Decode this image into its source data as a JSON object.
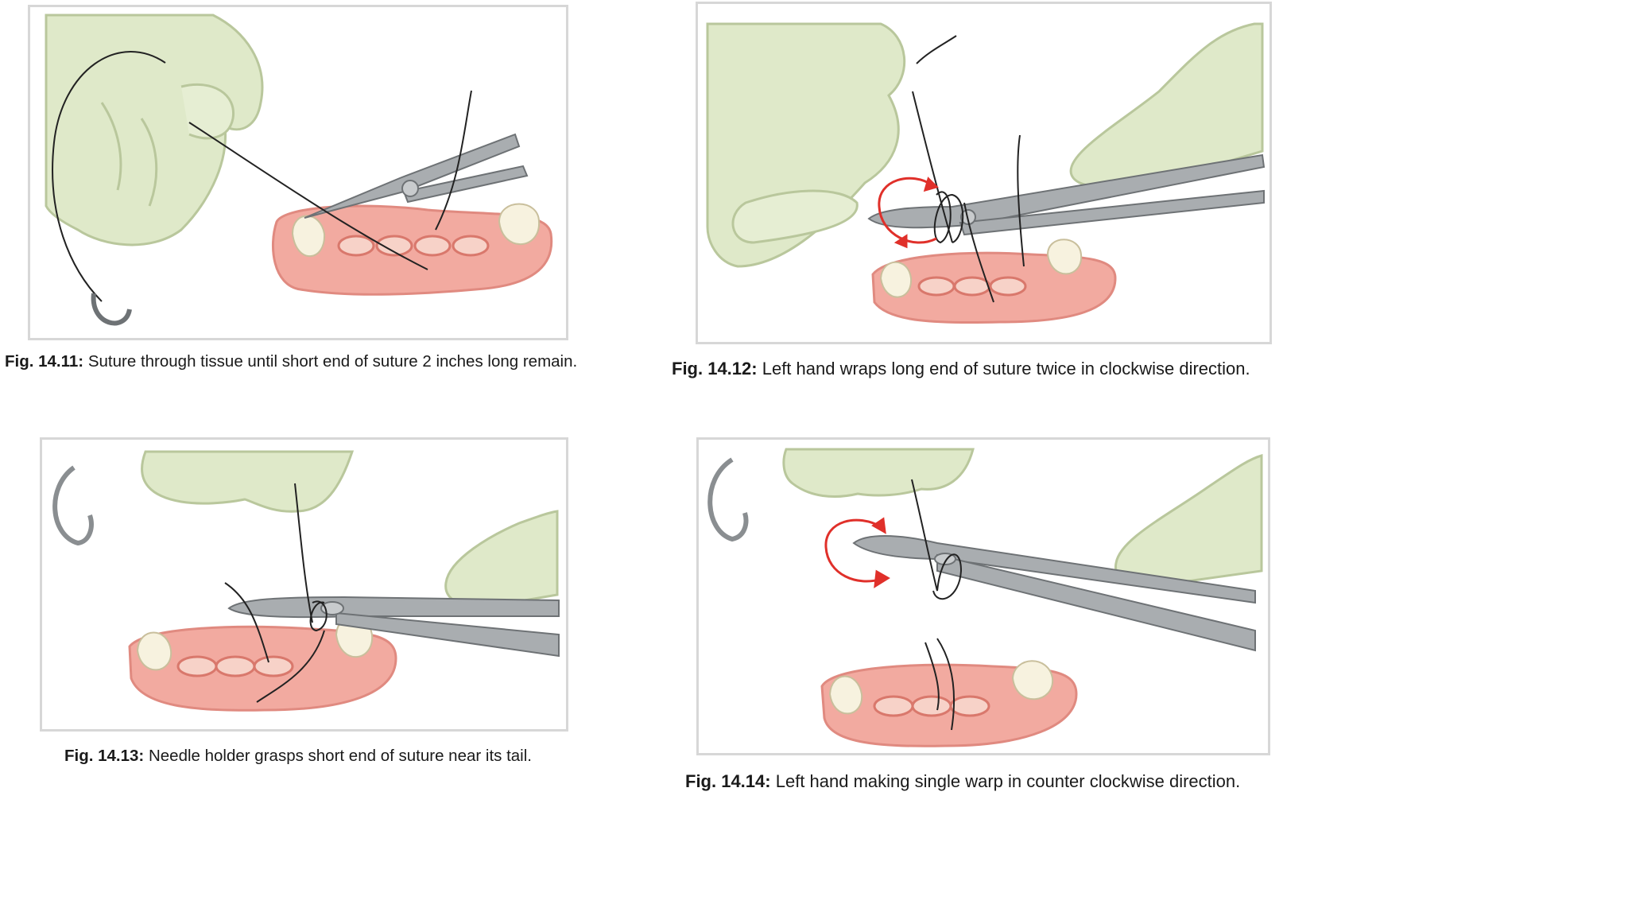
{
  "figures": [
    {
      "label": "Fig. 14.11:",
      "text": "Suture through tissue until short end of suture 2 inches long remain."
    },
    {
      "label": "Fig. 14.12:",
      "text": "Left hand wraps long end of suture twice in clockwise direction."
    },
    {
      "label": "Fig. 14.13:",
      "text": "Needle holder grasps short end of suture near its tail."
    },
    {
      "label": "Fig. 14.14:",
      "text": "Left hand making single warp in counter clockwise direction."
    }
  ],
  "colors": {
    "glove": "#dfe9c9",
    "glove_outline": "#b9c79c",
    "gum": "#f2aaa0",
    "tooth": "#f7f2df",
    "instrument": "#a9adb0",
    "arrow": "#e0302a",
    "suture": "#222222",
    "border": "#d7d7d7"
  },
  "icons": [
    "gloved-hand-icon",
    "needle-holder-icon",
    "curved-needle-icon",
    "rotation-arrow-icon",
    "teeth-gum-model-icon"
  ]
}
